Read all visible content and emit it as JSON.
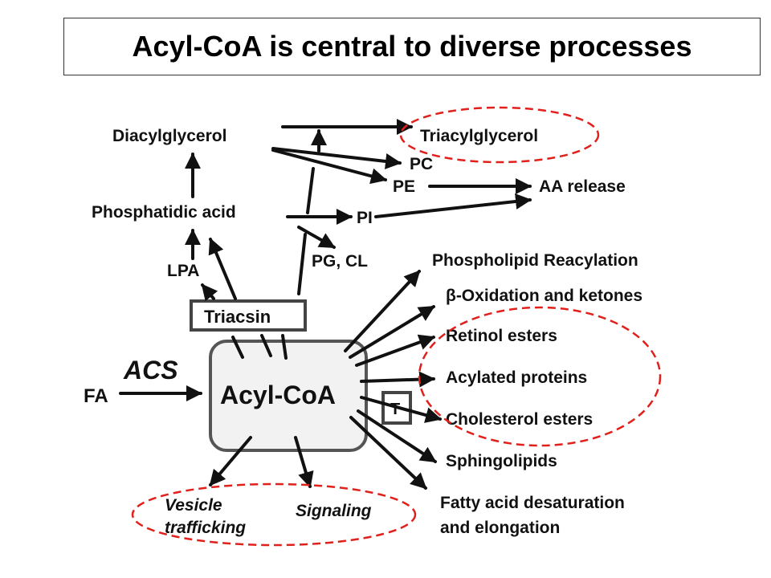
{
  "title": "Acyl-CoA is central to diverse processes",
  "colors": {
    "highlight": "#e0201b",
    "ink": "#111111",
    "box_fill": "#f2f2f2",
    "box_border": "#555555"
  },
  "nodes": {
    "diacylglycerol": "Diacylglycerol",
    "triacylglycerol": "Triacylglycerol",
    "pc": "PC",
    "pe": "PE",
    "aa_release": "AA release",
    "phosphatidic_acid": "Phosphatidic acid",
    "pi": "PI",
    "pg_cl": "PG, CL",
    "lpa": "LPA",
    "triacsin": "Triacsin",
    "acs": "ACS",
    "fa": "FA",
    "acyl_coa": "Acyl-CoA",
    "t": "T",
    "phospholipid_reacylation": "Phospholipid Reacylation",
    "beta_oxidation": "β-Oxidation and ketones",
    "retinol_esters": "Retinol esters",
    "acylated_proteins": "Acylated proteins",
    "cholesterol_esters": "Cholesterol esters",
    "sphingolipids": "Sphingolipids",
    "fatty_acid_1": "Fatty acid desaturation",
    "fatty_acid_2": "and elongation",
    "vesicle_1": "Vesicle",
    "vesicle_2": "trafficking",
    "signaling": "Signaling"
  }
}
